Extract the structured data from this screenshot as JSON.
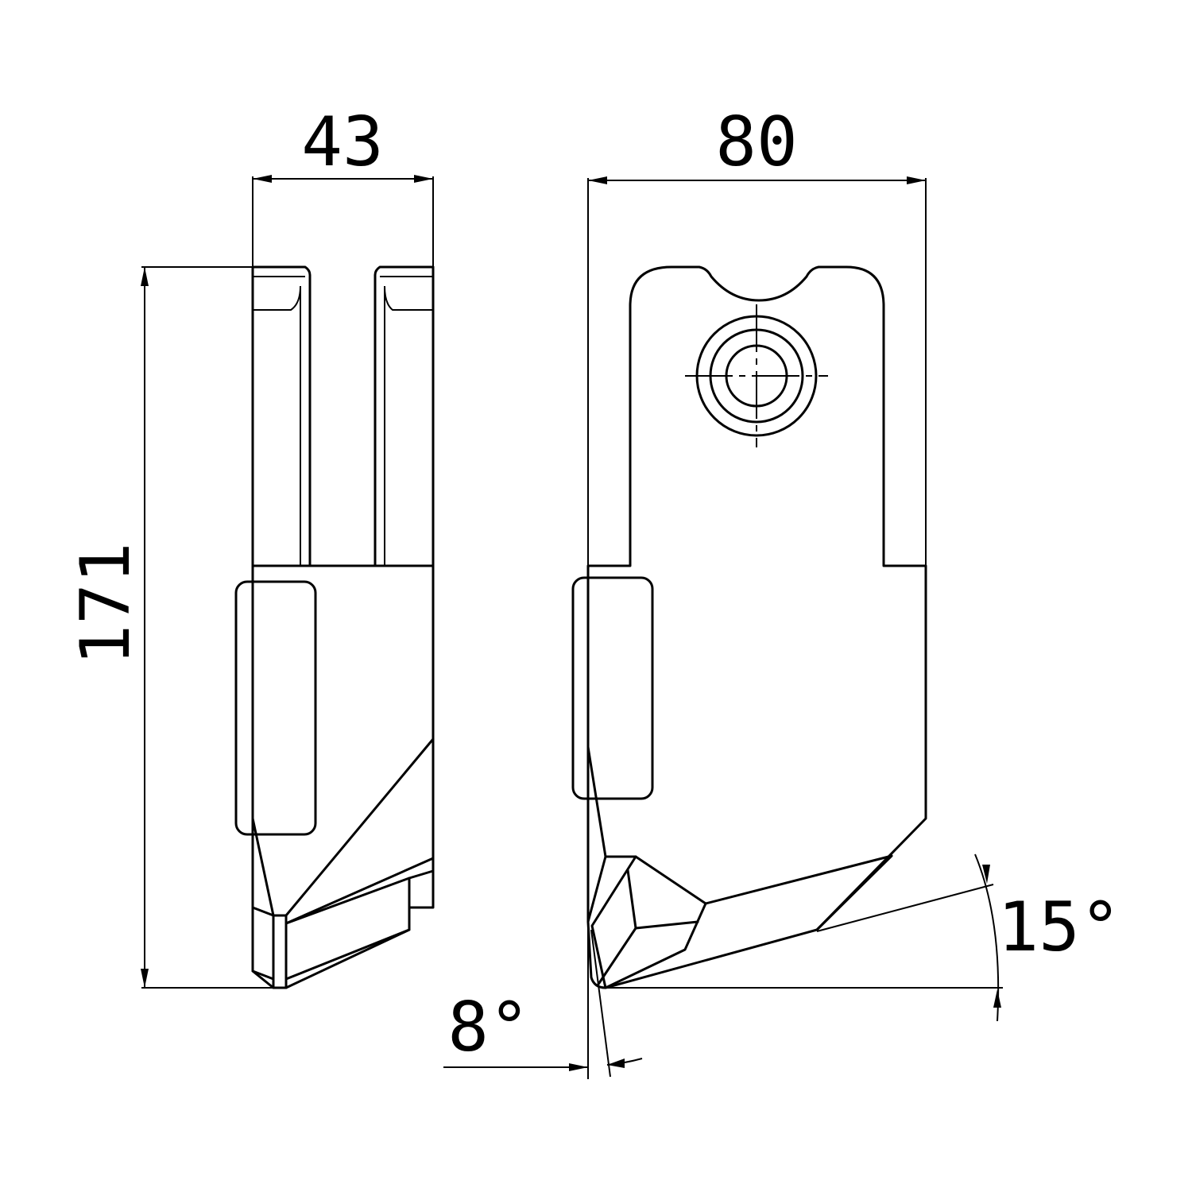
{
  "dimensions": {
    "side_width": "43",
    "front_width": "80",
    "height": "171",
    "clearance_angle": "8°",
    "tip_angle": "15°"
  },
  "colors": {
    "line": "#000000",
    "background": "#ffffff"
  }
}
